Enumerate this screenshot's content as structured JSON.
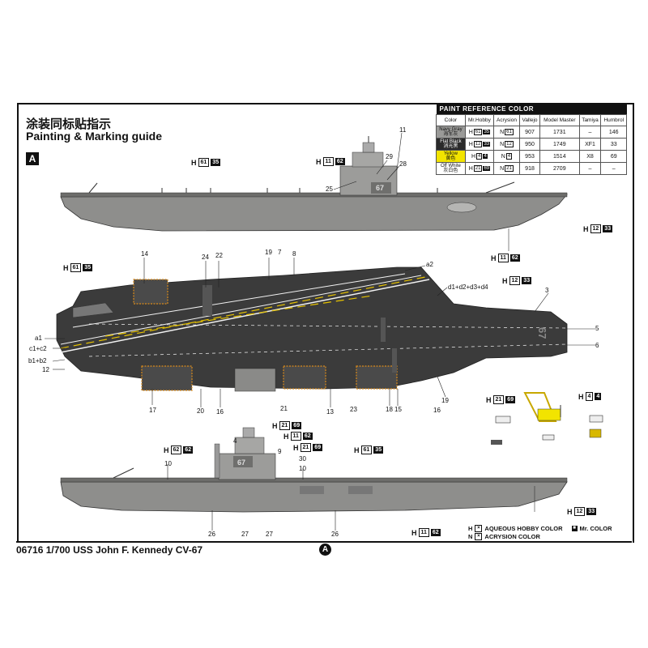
{
  "title_cn": "涂装同标贴指示",
  "title_en": "Painting & Marking guide",
  "section_badge": "A",
  "footer_text": "06716 1/700 USS John F. Kennedy CV-67",
  "footer_badge": "A",
  "hull_number": "67",
  "paint_table": {
    "title": "PAINT  REFERENCE COLOR",
    "headers": [
      "Color",
      "Mr.Hobby",
      "Acrysion",
      "Vallejo",
      "Model Master",
      "Tamiya",
      "Humbrol"
    ],
    "rows": [
      {
        "name": "Navy Gray",
        "name_cn": "海军灰",
        "swatch": "#9a9a98",
        "h": "61",
        "h2": "35",
        "n": "61",
        "vallejo": "907",
        "mm": "1731",
        "tamiya": "–",
        "humbrol": "146"
      },
      {
        "name": "Flat Black",
        "name_cn": "消光黑",
        "swatch": "#2a2a2a",
        "h": "12",
        "h2": "33",
        "n": "12",
        "vallejo": "950",
        "mm": "1749",
        "tamiya": "XF1",
        "humbrol": "33"
      },
      {
        "name": "Yellow",
        "name_cn": "黄色",
        "swatch": "#f2e400",
        "h": "4",
        "h2": "4",
        "n": "4",
        "vallejo": "953",
        "mm": "1514",
        "tamiya": "X8",
        "humbrol": "69"
      },
      {
        "name": "Off White",
        "name_cn": "灰白色",
        "swatch": "#ffffff",
        "h": "21",
        "h2": "69",
        "n": "21",
        "vallejo": "918",
        "mm": "2709",
        "tamiya": "–",
        "humbrol": "–"
      }
    ]
  },
  "callouts": [
    {
      "id": "c1",
      "p": "H",
      "a": "11",
      "b": "62"
    },
    {
      "id": "c2",
      "p": "H",
      "a": "12",
      "b": "33"
    },
    {
      "id": "c3",
      "p": "H",
      "a": "11",
      "b": "62"
    },
    {
      "id": "c4",
      "p": "H",
      "a": "61",
      "b": "35"
    },
    {
      "id": "c5",
      "p": "H",
      "a": "12",
      "b": "33"
    },
    {
      "id": "c6",
      "p": "H",
      "a": "21",
      "b": "69"
    },
    {
      "id": "c7",
      "p": "H",
      "a": "4",
      "b": "4"
    },
    {
      "id": "c8",
      "p": "H",
      "a": "21",
      "b": "69"
    },
    {
      "id": "c9",
      "p": "H",
      "a": "11",
      "b": "62"
    },
    {
      "id": "c10",
      "p": "H",
      "a": "21",
      "b": "69"
    },
    {
      "id": "c11",
      "p": "H",
      "a": "62",
      "b": "62"
    },
    {
      "id": "c12",
      "p": "H",
      "a": "61",
      "b": "35"
    },
    {
      "id": "c13",
      "p": "H",
      "a": "12",
      "b": "33"
    },
    {
      "id": "c14",
      "p": "H",
      "a": "11",
      "b": "62"
    },
    {
      "id": "c15",
      "p": "H",
      "a": "61",
      "b": "35"
    }
  ],
  "part_numbers": {
    "n29": "29",
    "n11": "11",
    "n28": "28",
    "n25": "25",
    "n14": "14",
    "n24": "24",
    "n22": "22",
    "n19": "19",
    "n7": "7",
    "n8": "8",
    "na2": "a2",
    "nd": "d1+d2+d3+d4",
    "n3": "3",
    "n5": "5",
    "n6": "6",
    "na1": "a1",
    "nc": "c1+c2",
    "nb": "b1+b2",
    "n12": "12",
    "n17": "17",
    "n20": "20",
    "n16a": "16",
    "n21": "21",
    "n13": "13",
    "n23": "23",
    "n18": "18",
    "n15": "15",
    "n16b": "16",
    "n19b": "19",
    "n4": "4",
    "n10a": "10",
    "n9": "9",
    "n30": "30",
    "n10b": "10",
    "n26a": "26",
    "n27a": "27",
    "n27b": "27",
    "n26b": "26"
  },
  "legend": {
    "aqueous": "AQUEOUS HOBBY COLOR",
    "mr": "Mr. COLOR",
    "acrysion": "ACRYSION COLOR",
    "h_mark": "H",
    "n_mark": "N"
  }
}
